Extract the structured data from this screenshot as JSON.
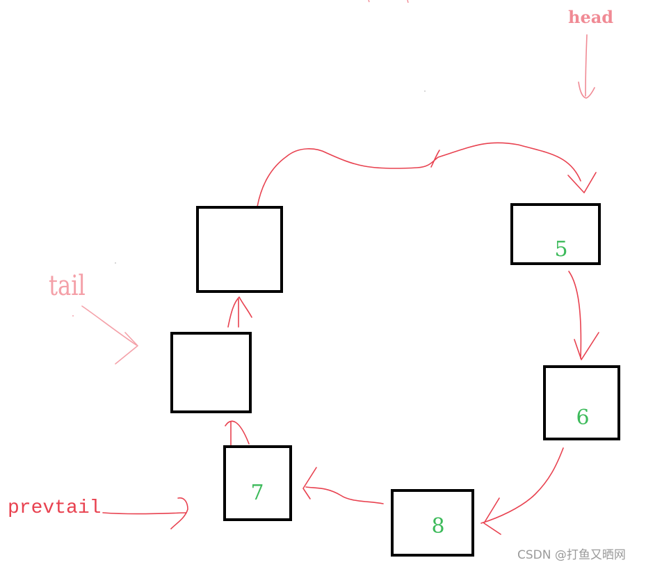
{
  "diagram": {
    "title": "",
    "colors": {
      "arrow": "#e8414f",
      "head_label": "#f08a94",
      "tail_label": "#f4a0a8",
      "prevtail_label": "#e8414f",
      "node_value": "#3cba5a",
      "node_border": "#000000",
      "watermark": "#9a9a9a"
    },
    "nodes": [
      {
        "id": "node-empty-top",
        "value": ""
      },
      {
        "id": "node-5",
        "value": "5"
      },
      {
        "id": "node-6",
        "value": "6"
      },
      {
        "id": "node-8",
        "value": "8"
      },
      {
        "id": "node-7",
        "value": "7"
      },
      {
        "id": "node-empty-mid",
        "value": ""
      }
    ],
    "labels": {
      "head": "head",
      "tail": "tail",
      "prevtail": "prevtail"
    },
    "watermark": "CSDN @打鱼又晒网"
  }
}
